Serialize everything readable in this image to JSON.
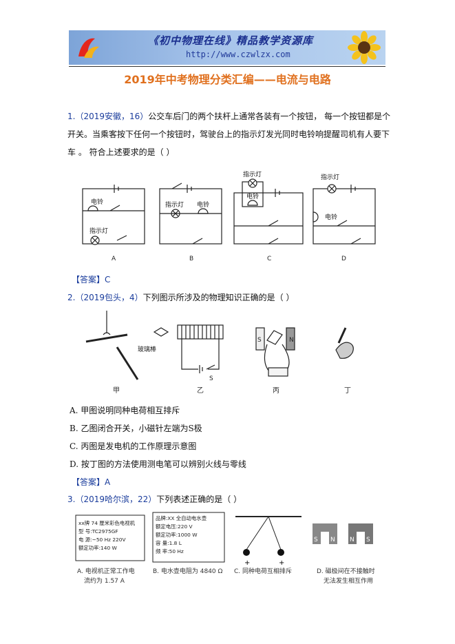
{
  "banner": {
    "title": "《初中物理在线》精品教学资源库",
    "url": "http://www.czwlzx.com"
  },
  "doc_title": "2019年中考物理分类汇编——电流与电路",
  "q1": {
    "number": "1.",
    "source": "（2019安徽，16）",
    "line1": "公交车后门的两个扶杆上通常各装有一个按钮， 每一个按钮都是个",
    "line2": "开关。当乘客按下任何一个按钮时，驾驶台上的指示灯发光同时电铃响提醒司机有人要下",
    "line3": "车 。 符合上述要求的是（      ）",
    "fig_labels": [
      "A",
      "B",
      "C",
      "D"
    ],
    "bell_label": "电铃",
    "lamp_label": "指示灯",
    "answer_label": "【答案】",
    "answer": "C"
  },
  "q2": {
    "number": "2.",
    "source": "（2019包头，4）",
    "stem": "下列图示所涉及的物理知识正确的是（      ）",
    "fig_labels": [
      "甲",
      "乙",
      "丙",
      "丁"
    ],
    "rod_label": "玻璃棒",
    "switch_label": "S",
    "options": [
      "A. 甲图说明同种电荷相互排斥",
      "B. 乙图闭合开关，小磁针左端为S极",
      "C. 丙图是发电机的工作原理示意图",
      "D. 按丁图的方法使用测电笔可以辨别火线与零线"
    ],
    "answer_label": "【答案】",
    "answer": "A"
  },
  "q3": {
    "number": "3.",
    "source": "（2019哈尔滨，22）",
    "stem": "下列表述正确的是（  ）",
    "tv_plate": [
      "xx牌 74 厘米彩色电视机",
      "型      号:TC2975GF",
      "电      源:~50 Hz  220V",
      "额定功率:140 W"
    ],
    "kettle_plate": [
      "品牌:XX 全自动电水壶",
      "额定电压:220 V",
      "额定功率:1000 W",
      "容    量:1.8 L",
      "频    率:50 Hz"
    ],
    "captions": [
      [
        "A. 电视机正常工作电",
        "流约为 1.57 A"
      ],
      [
        "B. 电水壶电阻为 4840 Ω"
      ],
      [
        "C. 同种电荷互相排斥"
      ],
      [
        "D. 磁极间在不接触时",
        "无法发生相互作用"
      ]
    ],
    "plus": "+",
    "magnet_s": "S",
    "magnet_n": "N"
  }
}
